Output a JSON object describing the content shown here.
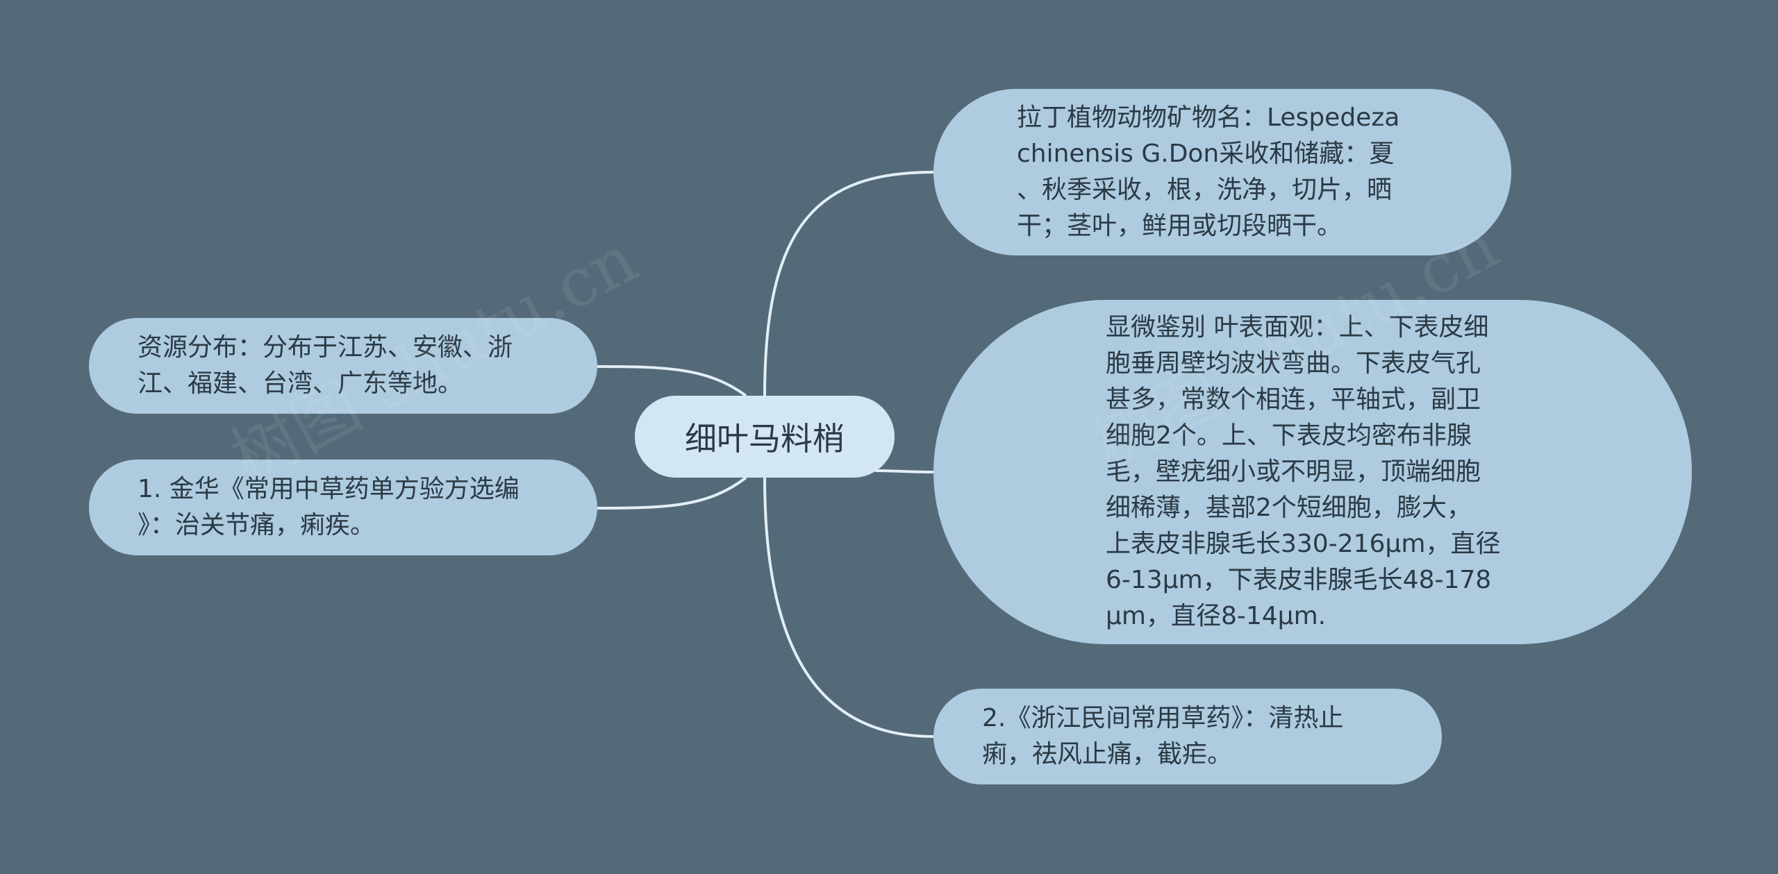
{
  "root": {
    "label": "细叶马料梢"
  },
  "branches": {
    "latin": "拉丁植物动物矿物名：Lespedeza\nchinensis G.Don采收和储藏：夏\n、秋季采收，根，洗净，切片，晒\n干；茎叶，鲜用或切段晒干。",
    "microscopic": "显微鉴别 叶表面观：上、下表皮细\n胞垂周壁均波状弯曲。下表皮气孔\n甚多，常数个相连，平轴式，副卫\n细胞2个。上、下表皮均密布非腺\n毛，壁疣细小或不明显，顶端细胞\n细稀薄，基部2个短细胞，膨大，\n上表皮非腺毛长330-216μm，直径\n6-13μm，下表皮非腺毛长48-178\nμm，直径8-14μm.",
    "zhejiang": "2.《浙江民间常用草药》：清热止\n痢，祛风止痛，截疟。",
    "resource": "资源分布：分布于江苏、安徽、浙\n江、福建、台湾、广东等地。",
    "jinhua": "1. 金华《常用中草药单方验方选编\n》：治关节痛，痢疾。"
  },
  "watermark": "树图 shutu.cn",
  "colors": {
    "background": "#546a79",
    "node": "#aecbe0",
    "root": "#d3e6f3",
    "link": "#e3eef5"
  }
}
